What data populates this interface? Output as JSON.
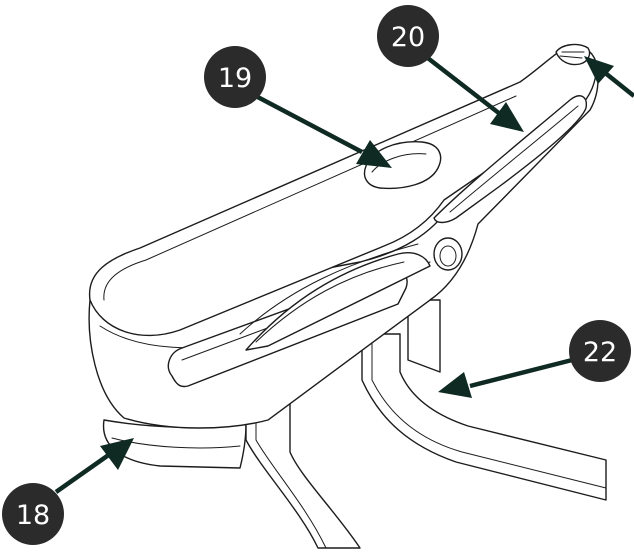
{
  "diagram": {
    "callouts": [
      {
        "id": "c18",
        "label": "18"
      },
      {
        "id": "c19",
        "label": "19"
      },
      {
        "id": "c20",
        "label": "20"
      },
      {
        "id": "c22",
        "label": "22"
      }
    ],
    "colors": {
      "callout_fill": "#2b2b2b",
      "arrow": "#0f2a22",
      "line": "#1c1c1c",
      "background": "#ffffff"
    }
  }
}
